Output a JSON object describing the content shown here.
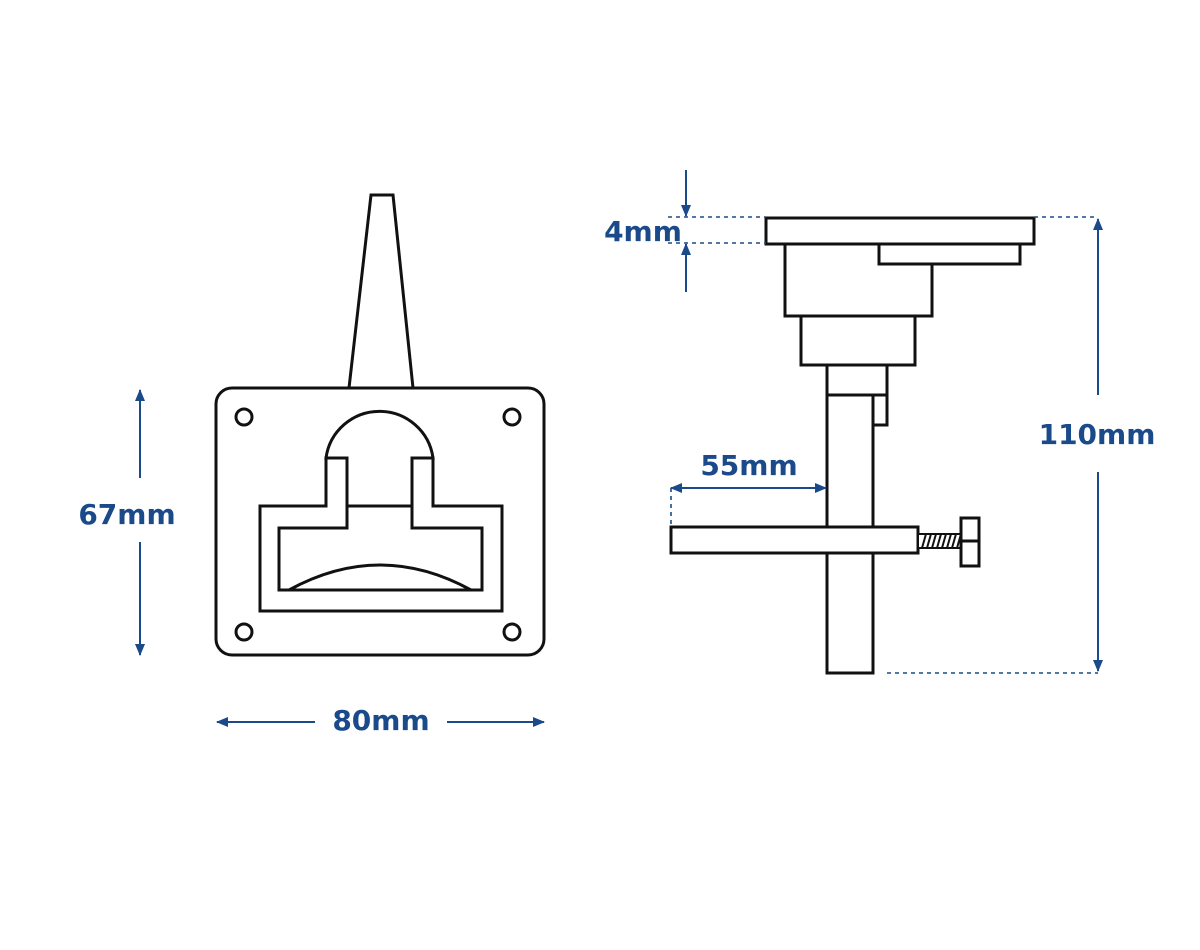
{
  "colors": {
    "dimension": "#1a4a8a",
    "outline": "#111111",
    "background": "#ffffff"
  },
  "front_view": {
    "height_label": "67mm",
    "width_label": "80mm"
  },
  "side_view": {
    "plate_thickness_label": "4mm",
    "arm_length_label": "55mm",
    "total_height_label": "110mm"
  }
}
